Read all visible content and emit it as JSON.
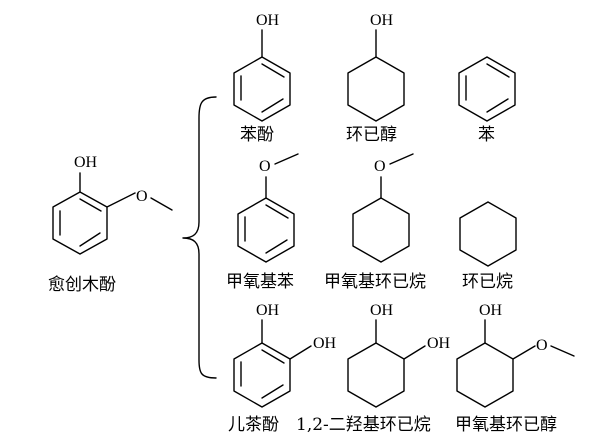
{
  "atoms": {
    "oh": "OH",
    "o": "O"
  },
  "source": {
    "name": "愈创木酚"
  },
  "products": [
    {
      "name": "苯酚"
    },
    {
      "name": "环已醇"
    },
    {
      "name": "苯"
    },
    {
      "name": "甲氧基苯"
    },
    {
      "name": "甲氧基环已烷"
    },
    {
      "name": "环已烷"
    },
    {
      "name": "儿茶酚"
    },
    {
      "name": "1,2-二羟基环已烷"
    },
    {
      "name": "甲氧基环已醇"
    }
  ]
}
